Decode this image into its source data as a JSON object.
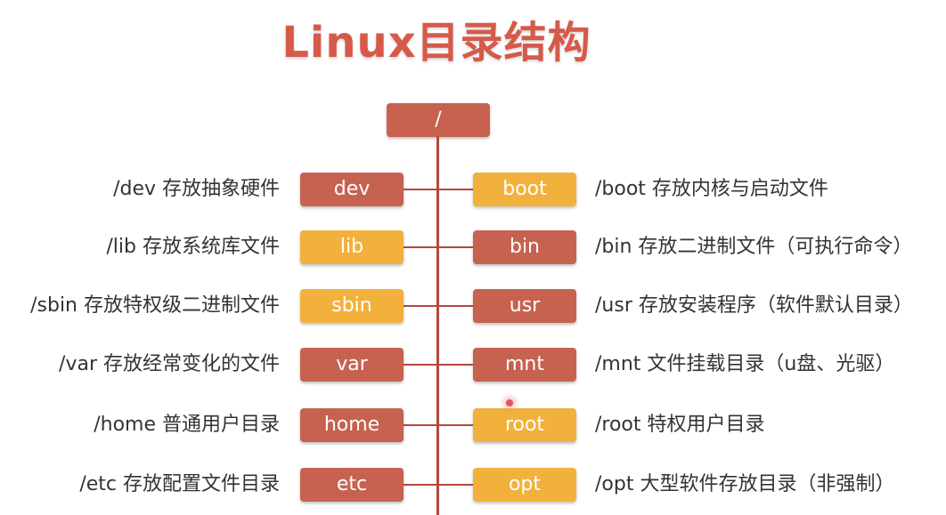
{
  "title": "Linux目录结构",
  "root": {
    "label": "/"
  },
  "left": [
    {
      "name": "dev",
      "desc": "/dev 存放抽象硬件",
      "color": "red"
    },
    {
      "name": "lib",
      "desc": "/lib 存放系统库文件",
      "color": "yellow"
    },
    {
      "name": "sbin",
      "desc": "/sbin 存放特权级二进制文件",
      "color": "yellow"
    },
    {
      "name": "var",
      "desc": "/var 存放经常变化的文件",
      "color": "red"
    },
    {
      "name": "home",
      "desc": "/home 普通用户目录",
      "color": "red"
    },
    {
      "name": "etc",
      "desc": "/etc 存放配置文件目录",
      "color": "red"
    }
  ],
  "right": [
    {
      "name": "boot",
      "desc": "/boot 存放内核与启动文件",
      "color": "yellow"
    },
    {
      "name": "bin",
      "desc": "/bin 存放二进制文件（可执行命令）",
      "color": "red"
    },
    {
      "name": "usr",
      "desc": "/usr 存放安装程序（软件默认目录）",
      "color": "red"
    },
    {
      "name": "mnt",
      "desc": "/mnt 文件挂载目录（u盘、光驱）",
      "color": "red"
    },
    {
      "name": "root",
      "desc": "/root 特权用户目录",
      "color": "yellow"
    },
    {
      "name": "opt",
      "desc": "/opt 大型软件存放目录（非强制）",
      "color": "yellow"
    }
  ],
  "colors": {
    "red": "#c6624f",
    "yellow": "#f2b13c",
    "line": "#b5473d",
    "title": "#d65a4a"
  }
}
